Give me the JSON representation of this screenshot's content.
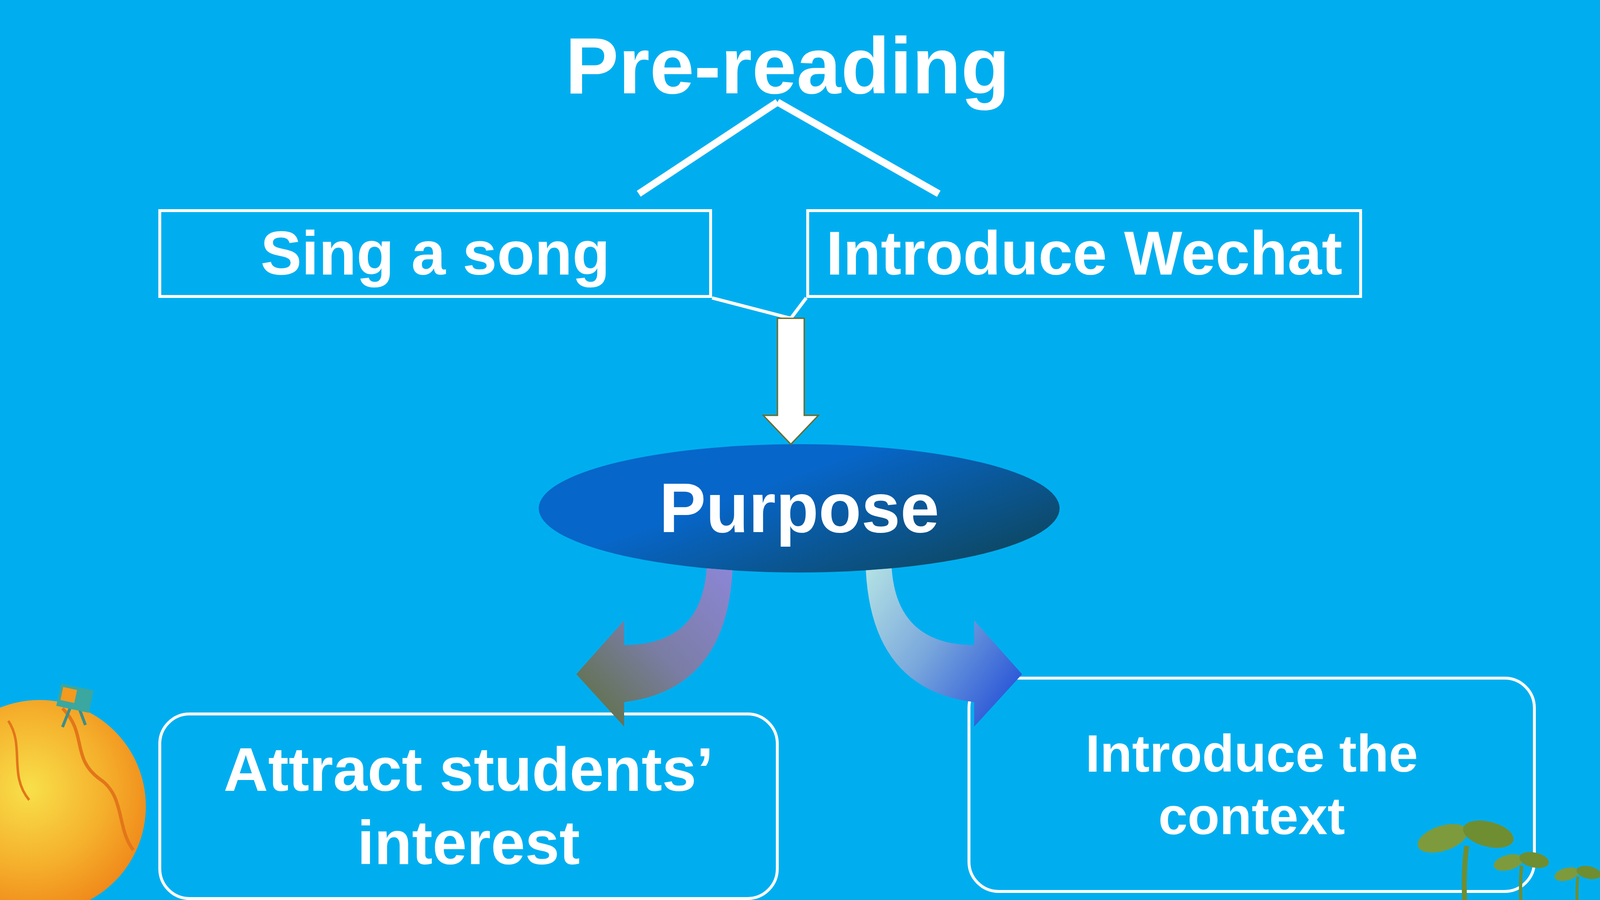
{
  "diagram": {
    "title": "Pre-reading",
    "nodes": [
      {
        "text": [
          "Sing a song"
        ]
      },
      {
        "text": [
          "Introduce Wechat"
        ]
      },
      {
        "text": [
          "Purpose"
        ]
      },
      {
        "text": [
          "Attract students’ interest"
        ]
      },
      {
        "text": [
          "Introduce the context"
        ]
      }
    ],
    "edges": [
      {
        "from": 0,
        "to": 2,
        "arrow": "to"
      },
      {
        "from": 1,
        "to": 2,
        "arrow": "to"
      },
      {
        "from": 2,
        "to": 3,
        "arrow": "to"
      },
      {
        "from": 2,
        "to": 4,
        "arrow": "to"
      }
    ]
  }
}
